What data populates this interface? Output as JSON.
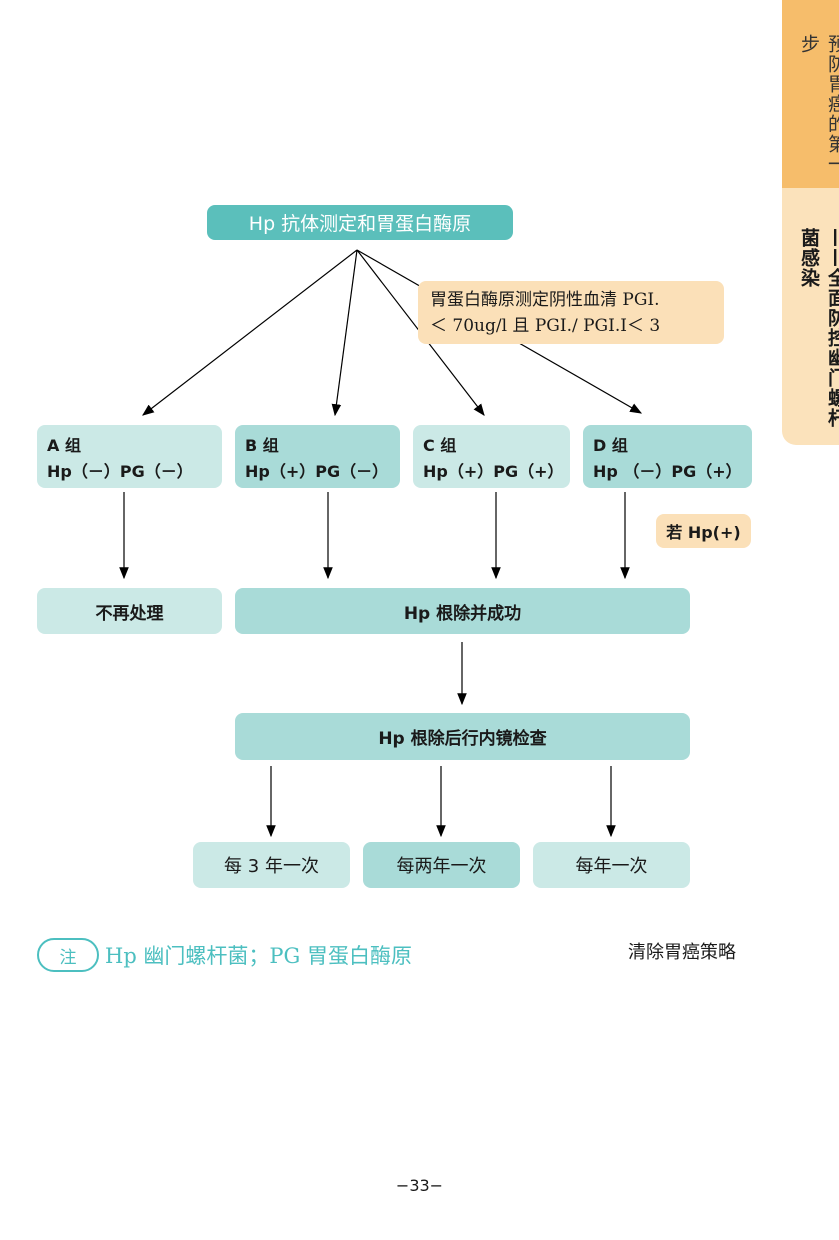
{
  "side_tab": {
    "top": "预防胃癌的第一步",
    "bottom": "——全面防控幽门螺杆菌感染"
  },
  "flow": {
    "root": "Hp 抗体测定和胃蛋白酶原",
    "note_line1": "胃蛋白酶原测定阴性血清 PGI.",
    "note_line2": "＜ 70ug/l 且 PGI./ PGI.Ⅰ＜ 3",
    "groups": [
      {
        "name": "A 组",
        "status": "Hp（－）PG（－）"
      },
      {
        "name": "B 组",
        "status": "Hp（+）PG（－）"
      },
      {
        "name": "C 组",
        "status": "Hp（+）PG（+）"
      },
      {
        "name": "D 组",
        "status": "Hp （－）PG（+）"
      }
    ],
    "condition": "若 Hp(+)",
    "no_treatment": "不再处理",
    "eradication": "Hp 根除并成功",
    "endoscopy": "Hp 根除后行内镜检查",
    "intervals": [
      "每 3 年一次",
      "每两年一次",
      "每年一次"
    ]
  },
  "footnote": {
    "icon_label": "注",
    "text": "Hp 幽门螺杆菌；PG 胃蛋白酶原"
  },
  "caption": "清除胃癌策略",
  "page_number": "−33−",
  "colors": {
    "teal": "#5bbfbb",
    "light": "#cbe9e6",
    "dark": "#a9dbd8",
    "orange": "#fbe0b8",
    "tab": "#f6bd6b"
  }
}
